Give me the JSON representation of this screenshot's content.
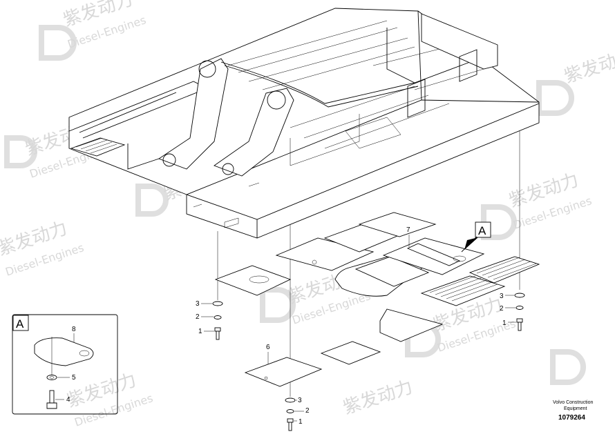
{
  "watermark": {
    "brand_cn": "紫发动力",
    "brand_en": "Diesel-Engines"
  },
  "callouts": {
    "detail_view_letter": "A",
    "pointer_letter": "A"
  },
  "part_numbers": {
    "p1": "1",
    "p2": "2",
    "p3": "3",
    "p4": "4",
    "p5": "5",
    "p6": "6",
    "p7": "7",
    "p8": "8"
  },
  "footer": {
    "company_line1": "Volvo Construction",
    "company_line2": "Equipment",
    "drawing_number": "1079264"
  }
}
